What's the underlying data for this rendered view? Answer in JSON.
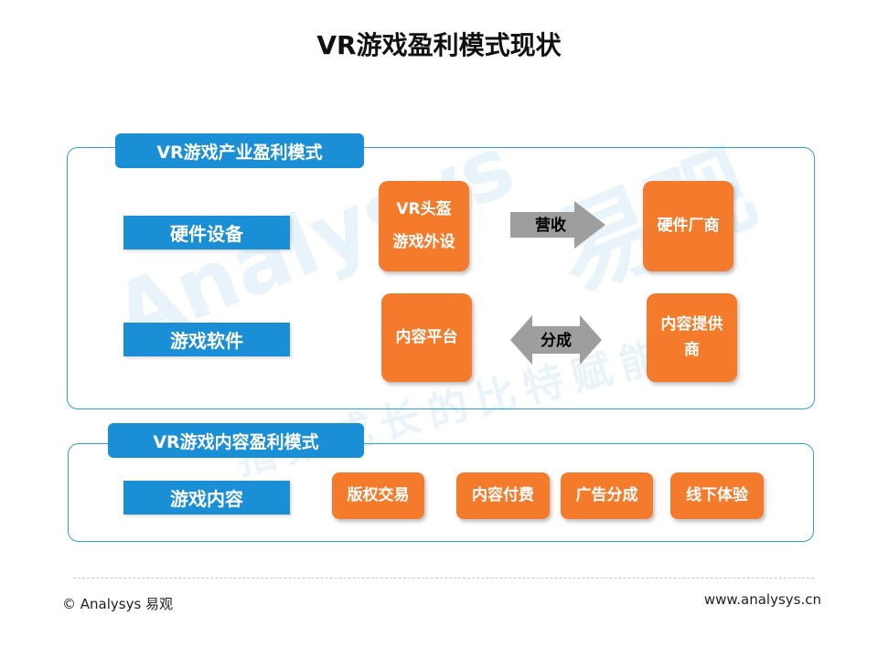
{
  "title": "VR游戏盈利模式现状",
  "watermark": {
    "latin": "Analysys",
    "brand": "易观",
    "slogan": "指数成长的比特赋能"
  },
  "panels": {
    "industry": {
      "label": "VR游戏产业盈利模式",
      "rows": [
        {
          "label": "硬件设备"
        },
        {
          "label": "游戏软件"
        }
      ],
      "nodes": {
        "vr_headset": {
          "line1": "VR头盔",
          "line2": "游戏外设"
        },
        "hardware_vendor": {
          "label": "硬件厂商"
        },
        "content_platform": {
          "label": "内容平台"
        },
        "content_provider": {
          "line1": "内容提供",
          "line2": "商"
        }
      },
      "arrows": {
        "revenue": "营收",
        "share": "分成"
      }
    },
    "content": {
      "label": "VR游戏内容盈利模式",
      "row_label": "游戏内容",
      "items": [
        "版权交易",
        "内容付费",
        "广告分成",
        "线下体验"
      ]
    }
  },
  "footer": {
    "left": "© Analysys 易观",
    "right": "www.analysys.cn"
  },
  "colors": {
    "blue": "#1a8fd6",
    "orange": "#f37b2b",
    "gray_arrow": "#9e9e9e"
  }
}
